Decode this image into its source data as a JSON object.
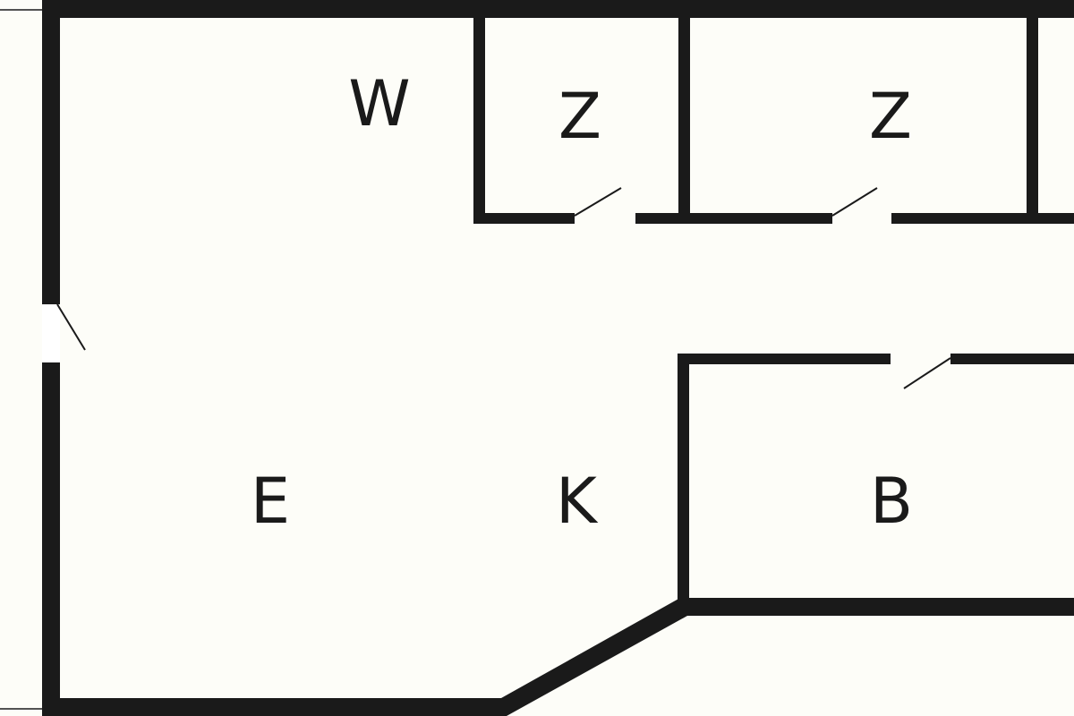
{
  "plan": {
    "background": "#fdfdf8",
    "wall_color": "#1a1a1a",
    "rooms": [
      {
        "id": "w",
        "label": "W"
      },
      {
        "id": "z1",
        "label": "Z"
      },
      {
        "id": "z2",
        "label": "Z"
      },
      {
        "id": "e",
        "label": "E"
      },
      {
        "id": "k",
        "label": "K"
      },
      {
        "id": "b",
        "label": "B"
      }
    ]
  }
}
